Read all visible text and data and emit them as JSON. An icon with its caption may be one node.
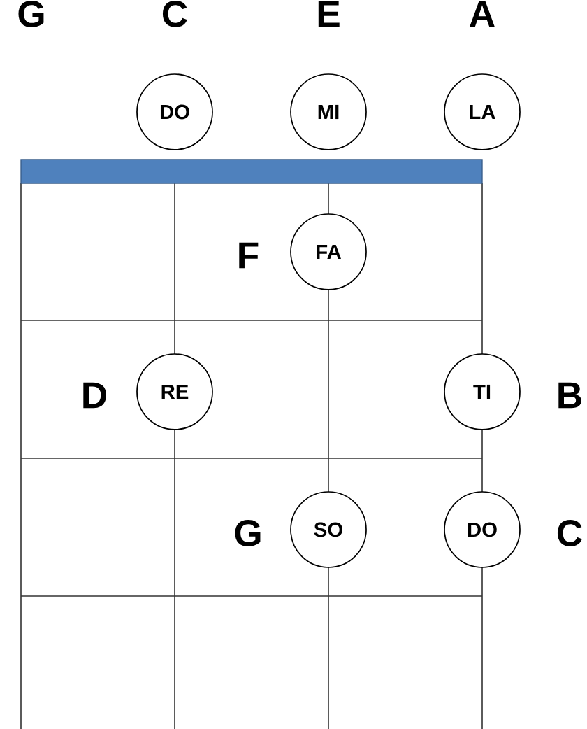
{
  "diagram": {
    "nodes": [
      {
        "text": [
          "DO"
        ]
      },
      {
        "text": [
          "MI"
        ]
      },
      {
        "text": [
          "LA"
        ]
      },
      {
        "text": [
          "FA"
        ],
        "beside": [
          "F"
        ]
      },
      {
        "text": [
          "RE"
        ],
        "beside": [
          "D"
        ]
      },
      {
        "text": [
          "TI"
        ],
        "beside": [
          "B"
        ]
      },
      {
        "text": [
          "SO"
        ],
        "beside": [
          "G"
        ]
      },
      {
        "text": [
          "DO"
        ],
        "beside": [
          "C"
        ]
      }
    ],
    "labels": [
      "G",
      "C",
      "E",
      "A"
    ]
  }
}
